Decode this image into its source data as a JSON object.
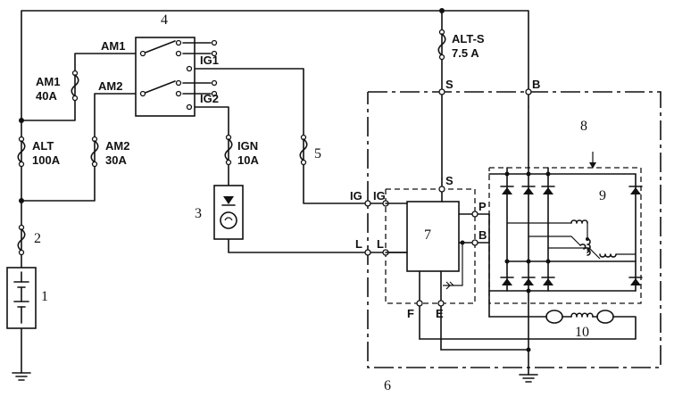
{
  "labels": {
    "am1_terminal": "AM1",
    "am2_terminal": "AM2",
    "ig1_terminal": "IG1",
    "ig2_terminal": "IG2",
    "am1_fuse_name": "AM1",
    "am1_fuse_rating": "40A",
    "am2_fuse_name": "AM2",
    "am2_fuse_rating": "30A",
    "alt_fuse_name": "ALT",
    "alt_fuse_rating": "100A",
    "alts_fuse_name": "ALT-S",
    "alts_fuse_rating": "7.5 A",
    "ign_fuse_name": "IGN",
    "ign_fuse_rating": "10A",
    "term_s_top": "S",
    "term_b_top": "B",
    "term_ig_outer": "IG",
    "term_ig_inner": "IG",
    "term_s_reg": "S",
    "term_p": "P",
    "term_l_outer": "L",
    "term_l_inner": "L",
    "term_b_reg": "B",
    "term_f": "F",
    "term_e": "E"
  },
  "callouts": {
    "n1": "1",
    "n2": "2",
    "n3": "3",
    "n4": "4",
    "n5": "5",
    "n6": "6",
    "n7": "7",
    "n8": "8",
    "n9": "9",
    "n10": "10"
  },
  "colors": {
    "line": "#111111",
    "background": "#ffffff"
  }
}
